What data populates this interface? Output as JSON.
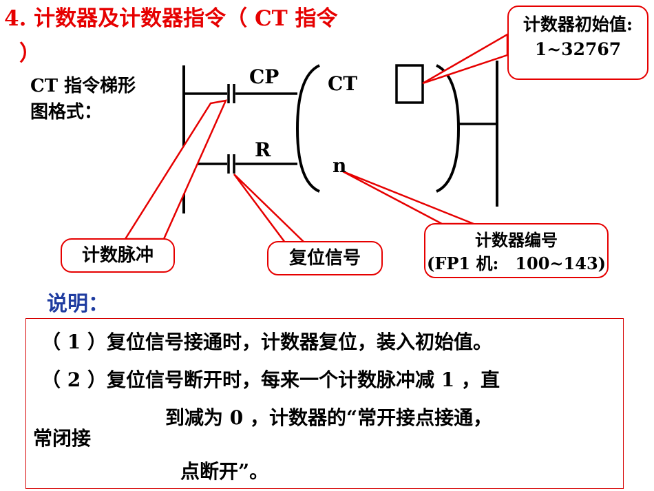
{
  "title": "4. 计数器及计数器指令（ CT 指令",
  "title_cont": "）",
  "format_label": [
    "CT 指令梯形",
    "图格式："
  ],
  "ladder": {
    "cp_label": "CP",
    "r_label": "R",
    "box_label": "CT",
    "n_label": "n"
  },
  "callouts": {
    "preset": [
      "计数器初始值:",
      "1~32767"
    ],
    "count_pulse": "计数脉冲",
    "reset_signal": "复位信号",
    "counter_no": [
      "计数器编号",
      "(FP1 机:　100~143)"
    ]
  },
  "notes": {
    "title": "说明：",
    "line1": "（ 1 ）复位信号接通时，计数器复位，装入初始值。",
    "line2": "（ 2 ）复位信号断开时，每来一个计数脉冲减 1 ，直",
    "line3a": "到减为 0 ，计数器的“常开接点接通，",
    "line3b": "常闭接",
    "line4": "点断开”。"
  },
  "colors": {
    "accent_red": "#e60000",
    "note_blue": "#1f3ca0",
    "line_black": "#000000"
  }
}
